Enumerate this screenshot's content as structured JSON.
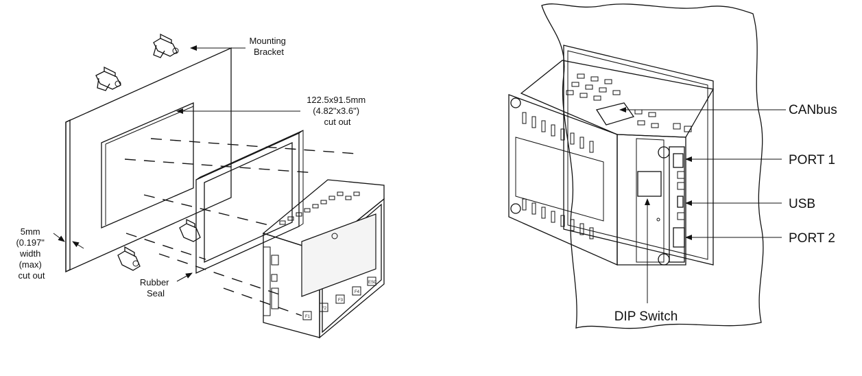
{
  "left_diagram": {
    "mounting_bracket": [
      "Mounting",
      "Bracket"
    ],
    "cutout": [
      "122.5x91.5mm",
      "(4.82\"x3.6\")",
      "cut out"
    ],
    "thickness": [
      "5mm",
      "(0.197\"",
      "width",
      "(max)",
      "cut out"
    ],
    "rubber_seal": [
      "Rubber",
      "Seal"
    ],
    "keypad": [
      "F1",
      "F2",
      "F3",
      "F4",
      "ESC"
    ]
  },
  "right_diagram": {
    "canbus": "CANbus",
    "port1": "PORT 1",
    "usb": "USB",
    "port2": "PORT 2",
    "dip_switch": "DIP Switch"
  },
  "colors": {
    "line": "#111111",
    "background": "#ffffff",
    "screen": "#f4f4f4"
  }
}
